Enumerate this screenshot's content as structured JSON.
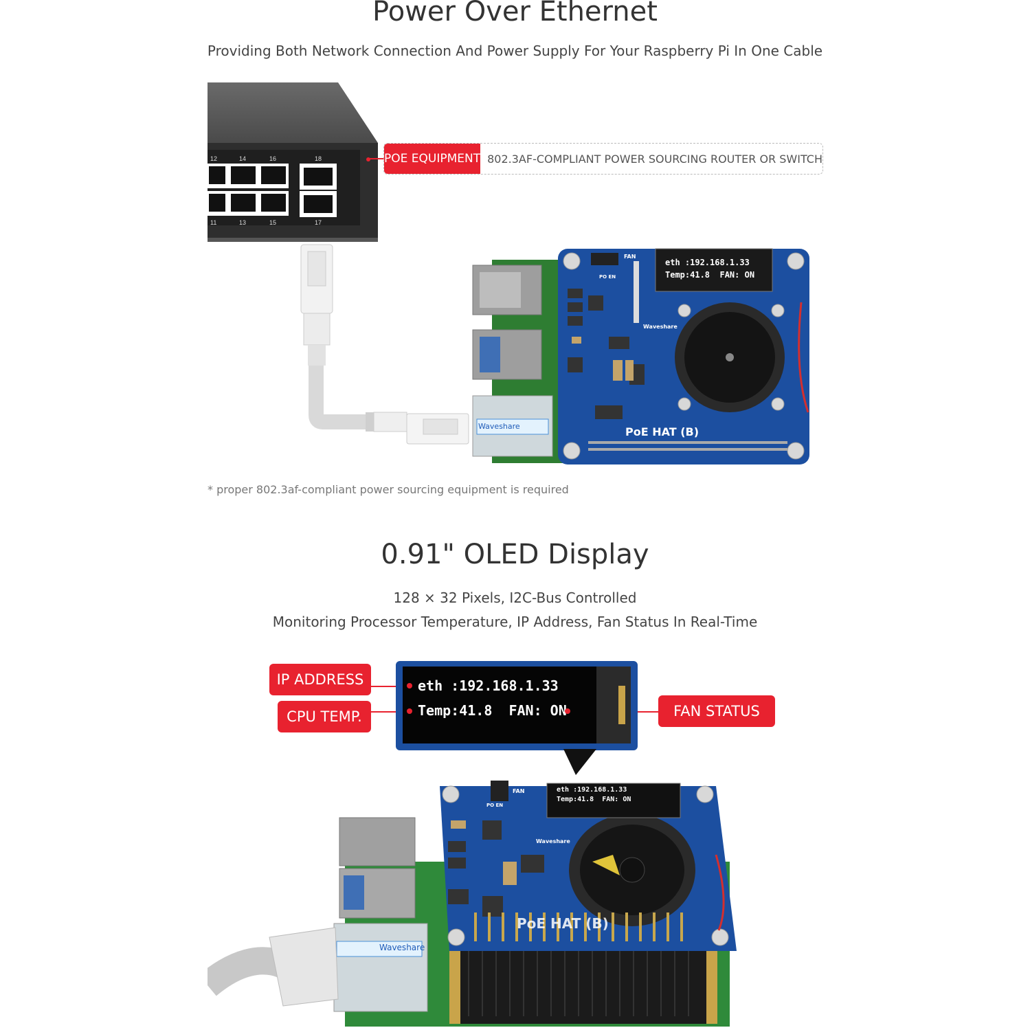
{
  "section1": {
    "title": "Power Over Ethernet",
    "subtitle": "Providing Both Network Connection And Power Supply For Your Raspberry Pi In One Cable",
    "poe_tag": "POE EQUIPMENT",
    "poe_desc": "802.3AF-COMPLIANT POWER SOURCING ROUTER OR SWITCH",
    "footnote": "* proper 802.3af-compliant power sourcing equipment is required",
    "switch_ports": [
      "12",
      "14",
      "16",
      "18",
      "11",
      "13",
      "15",
      "17"
    ],
    "oled_line1": "eth :192.168.1.33",
    "oled_line2": "Temp:41.8  FAN: ON",
    "board_label": "PoE HAT (B)",
    "brand": "Waveshare",
    "fan_label": "FAN",
    "switch_labels": "PO  EN"
  },
  "section2": {
    "title": "0.91\" OLED Display",
    "line1": "128 × 32 Pixels, I2C-Bus Controlled",
    "line2": "Monitoring Processor Temperature, IP Address, Fan Status In Real-Time",
    "tag_ip": "IP ADDRESS",
    "tag_cpu": "CPU TEMP.",
    "tag_fan": "FAN STATUS",
    "oled_line1": "eth :192.168.1.33",
    "oled_line2": "Temp:41.8  FAN: ON",
    "board_label": "PoE HAT (B)",
    "brand": "Waveshare",
    "fan_label": "FAN",
    "switch_labels": "PO  EN"
  },
  "colors": {
    "accent": "#e8222f",
    "pcb": "#1c4fa0",
    "oled": "#050505"
  }
}
